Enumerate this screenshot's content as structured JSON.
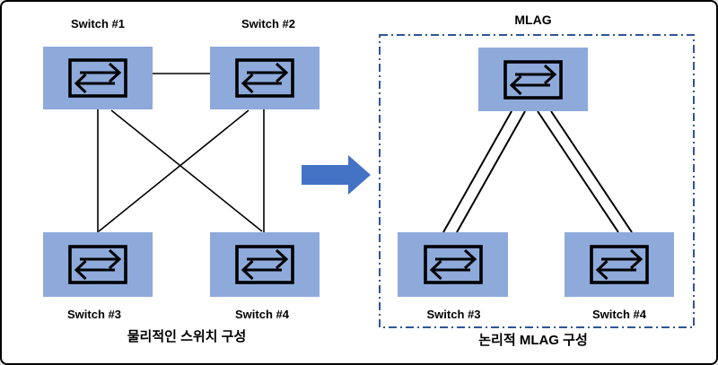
{
  "diagram_title": "MLAG physical vs logical switch topology",
  "left": {
    "switches": [
      {
        "label": "Switch #1"
      },
      {
        "label": "Switch #2"
      },
      {
        "label": "Switch #3"
      },
      {
        "label": "Switch #4"
      }
    ],
    "links": [
      "switch1-switch2",
      "switch1-switch3",
      "switch1-switch4",
      "switch2-switch3",
      "switch2-switch4"
    ],
    "caption": "물리적인 스위치 구성"
  },
  "right": {
    "title": "MLAG",
    "switches": [
      {
        "label": "Switch #3"
      },
      {
        "label": "Switch #4"
      }
    ],
    "links": [
      "mlag-switch3 (double link)",
      "mlag-switch4 (double link)"
    ],
    "caption": "논리적 MLAG 구성"
  },
  "icons": {
    "switch_icon": "bidirectional-arrows-in-box",
    "transition_arrow": "right-block-arrow"
  },
  "colors": {
    "node_fill": "#8EAADB",
    "link_line": "#000000",
    "mlag_boundary": "#2F5597",
    "transition_arrow": "#4472C4",
    "background": "#FFFFFF",
    "outer_border": "#000000",
    "text": "#000000"
  }
}
